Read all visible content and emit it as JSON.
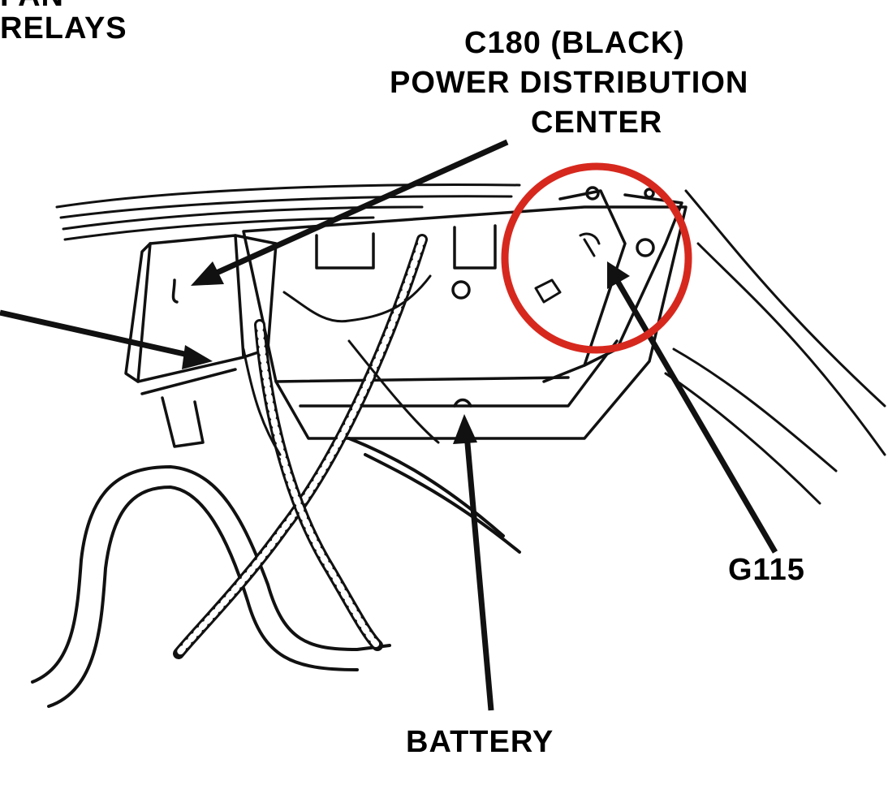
{
  "labels": {
    "fan_top": "FAN",
    "relays": "RELAYS",
    "c180_line1": "C180 (BLACK)",
    "c180_line2": "POWER DISTRIBUTION",
    "c180_line3": "CENTER",
    "g115": "G115",
    "battery": "BATTERY"
  },
  "colors": {
    "ink": "#111111",
    "highlight_circle": "#d7281e",
    "background": "#ffffff"
  }
}
